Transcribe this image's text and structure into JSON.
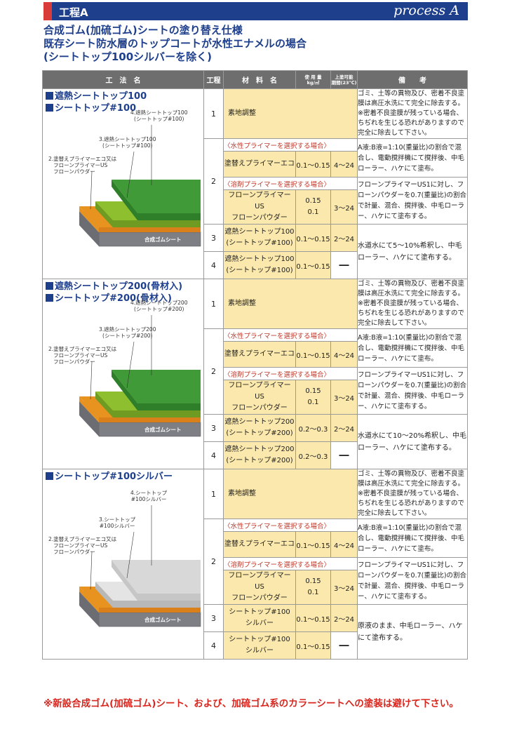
{
  "header": {
    "title": "工程A",
    "subtitle": "process A"
  },
  "heading": {
    "line1": "合成ゴム(加硫ゴム)シートの塗り替え仕様",
    "line2": "既存シート防水層のトップコートが水性エナメルの場合",
    "line3": "(シートトップ100シルバーを除く)"
  },
  "table_headers": {
    "method": "工　法　名",
    "step": "工程",
    "material": "材　料　名",
    "amount_l1": "使 用 量",
    "amount_l2": "kg/㎡",
    "interval_l1": "上塗可能",
    "interval_l2": "期間(23℃)",
    "notes": "備　　考"
  },
  "colors": {
    "navy": "#1e3f8c",
    "red": "#d8261e",
    "material_bg": "#fbe8ac",
    "header_bg": "#6e6e6e",
    "green": "#3f9a37",
    "lime": "#8dbf2e",
    "orange": "#e8931f",
    "gray": "#8a8d94"
  },
  "sections": [
    {
      "name1": "遮熱シートトップ100",
      "name2": "シートトップ#100",
      "labels": {
        "l4a": "4.遮熱シートトップ100",
        "l4b": "(シートトップ#100)",
        "l3a": "3.遮熱シートトップ100",
        "l3b": "(シートトップ#100)",
        "l2a": "2.塗替えプライマーエコ又は",
        "l2b": "フローンプライマーUS",
        "l2c": "フローンパウダー",
        "base": "合成ゴムシート"
      },
      "step1": {
        "no": "1",
        "material": "素地調整",
        "note": "ゴミ、土等の異物及び、密着不良塗膜は高圧水洗にて完全に除去する。※密着不良塗膜が残っている場合、ちぢれを生じる恐れがありますので完全に除去して下さい。"
      },
      "step2": {
        "no": "2",
        "water_label": "〈水性プライマーを選択する場合〉",
        "water_material": "塗替えプライマーエコ",
        "water_amount": "0.1〜0.15",
        "water_interval": "4〜24",
        "water_note": "A液:B液=1:10(重量比)の割合で混合し、電動撹拌機にて撹拌後、中毛ローラー、ハケにて塗布。",
        "solvent_label": "〈溶剤プライマーを選択する場合〉",
        "solvent_material1": "フローンプライマーUS",
        "solvent_material2": "フローンパウダー",
        "solvent_amount1": "0.15",
        "solvent_amount2": "0.1",
        "solvent_interval": "3〜24",
        "solvent_note": "フローンプライマーUS1に対し、フローンパウダーを0.7(重量比)の割合で計量、混合、撹拌後、中毛ローラー、ハケにて塗布する。"
      },
      "step3": {
        "no": "3",
        "material1": "遮熱シートトップ100",
        "material2": "(シートトップ#100)",
        "amount": "0.1〜0.15",
        "interval": "2〜24"
      },
      "step4": {
        "no": "4",
        "material1": "遮熱シートトップ100",
        "material2": "(シートトップ#100)",
        "amount": "0.1〜0.15",
        "interval": "―"
      },
      "note34": "水道水にて5〜10%希釈し、中毛ローラー、ハケにて塗布する。"
    },
    {
      "name1": "遮熱シートトップ200(骨材入)",
      "name2": "シートトップ#200(骨材入)",
      "labels": {
        "l4a": "4.遮熱シートトップ200",
        "l4b": "(シートトップ#200)",
        "l3a": "3.遮熱シートトップ200",
        "l3b": "(シートトップ#200)",
        "l2a": "2.塗替えプライマーエコ又は",
        "l2b": "フローンプライマーUS",
        "l2c": "フローンパウダー",
        "base": "合成ゴムシート"
      },
      "step1": {
        "no": "1",
        "material": "素地調整",
        "note": "ゴミ、土等の異物及び、密着不良塗膜は高圧水洗にて完全に除去する。※密着不良塗膜が残っている場合、ちぢれを生じる恐れがありますので完全に除去して下さい。"
      },
      "step2": {
        "no": "2",
        "water_label": "〈水性プライマーを選択する場合〉",
        "water_material": "塗替えプライマーエコ",
        "water_amount": "0.1〜0.15",
        "water_interval": "4〜24",
        "water_note": "A液:B液=1:10(重量比)の割合で混合し、電動撹拌機にて撹拌後、中毛ローラー、ハケにて塗布。",
        "solvent_label": "〈溶剤プライマーを選択する場合〉",
        "solvent_material1": "フローンプライマーUS",
        "solvent_material2": "フローンパウダー",
        "solvent_amount1": "0.15",
        "solvent_amount2": "0.1",
        "solvent_interval": "3〜24",
        "solvent_note": "フローンプライマーUS1に対し、フローンパウダーを0.7(重量比)の割合で計量、混合、撹拌後、中毛ローラー、ハケにて塗布する。"
      },
      "step3": {
        "no": "3",
        "material1": "遮熱シートトップ200",
        "material2": "(シートトップ#200)",
        "amount": "0.2〜0.3",
        "interval": "2〜24"
      },
      "step4": {
        "no": "4",
        "material1": "遮熱シートトップ200",
        "material2": "(シートトップ#200)",
        "amount": "0.2〜0.3",
        "interval": "―"
      },
      "note34": "水道水にて10〜20%希釈し、中毛ローラー、ハケにて塗布する。"
    },
    {
      "name1": "シートトップ#100シルバー",
      "name2": "",
      "labels": {
        "l4a": "4.シートトップ",
        "l4b": "#100シルバー",
        "l3a": "3.シートトップ",
        "l3b": "#100シルバー",
        "l2a": "2.塗替えプライマーエコ又は",
        "l2b": "フローンプライマーUS",
        "l2c": "フローンパウダー",
        "base": "合成ゴムシート"
      },
      "step1": {
        "no": "1",
        "material": "素地調整",
        "note": "ゴミ、土等の異物及び、密着不良塗膜は高圧水洗にて完全に除去する。※密着不良塗膜が残っている場合、ちぢれを生じる恐れがありますので完全に除去して下さい。"
      },
      "step2": {
        "no": "2",
        "water_label": "〈水性プライマーを選択する場合〉",
        "water_material": "塗替えプライマーエコ",
        "water_amount": "0.1〜0.15",
        "water_interval": "4〜24",
        "water_note": "A液:B液=1:10(重量比)の割合で混合し、電動撹拌機にて撹拌後、中毛ローラー、ハケにて塗布。",
        "solvent_label": "〈溶剤プライマーを選択する場合〉",
        "solvent_material1": "フローンプライマーUS",
        "solvent_material2": "フローンパウダー",
        "solvent_amount1": "0.15",
        "solvent_amount2": "0.1",
        "solvent_interval": "3〜24",
        "solvent_note": "フローンプライマーUS1に対し、フローンパウダーを0.7(重量比)の割合で計量、混合、撹拌後、中毛ローラー、ハケにて塗布する。"
      },
      "step3": {
        "no": "3",
        "material1": "シートトップ#100",
        "material2": "シルバー",
        "amount": "0.1〜0.15",
        "interval": "2〜24"
      },
      "step4": {
        "no": "4",
        "material1": "シートトップ#100",
        "material2": "シルバー",
        "amount": "0.1〜0.15",
        "interval": "―"
      },
      "note34": "原液のまま、中毛ローラー、ハケにて塗布する。"
    }
  ],
  "footer": "※新設合成ゴム(加硫ゴム)シート、および、加硫ゴム系のカラーシートへの塗装は避けて下さい。"
}
